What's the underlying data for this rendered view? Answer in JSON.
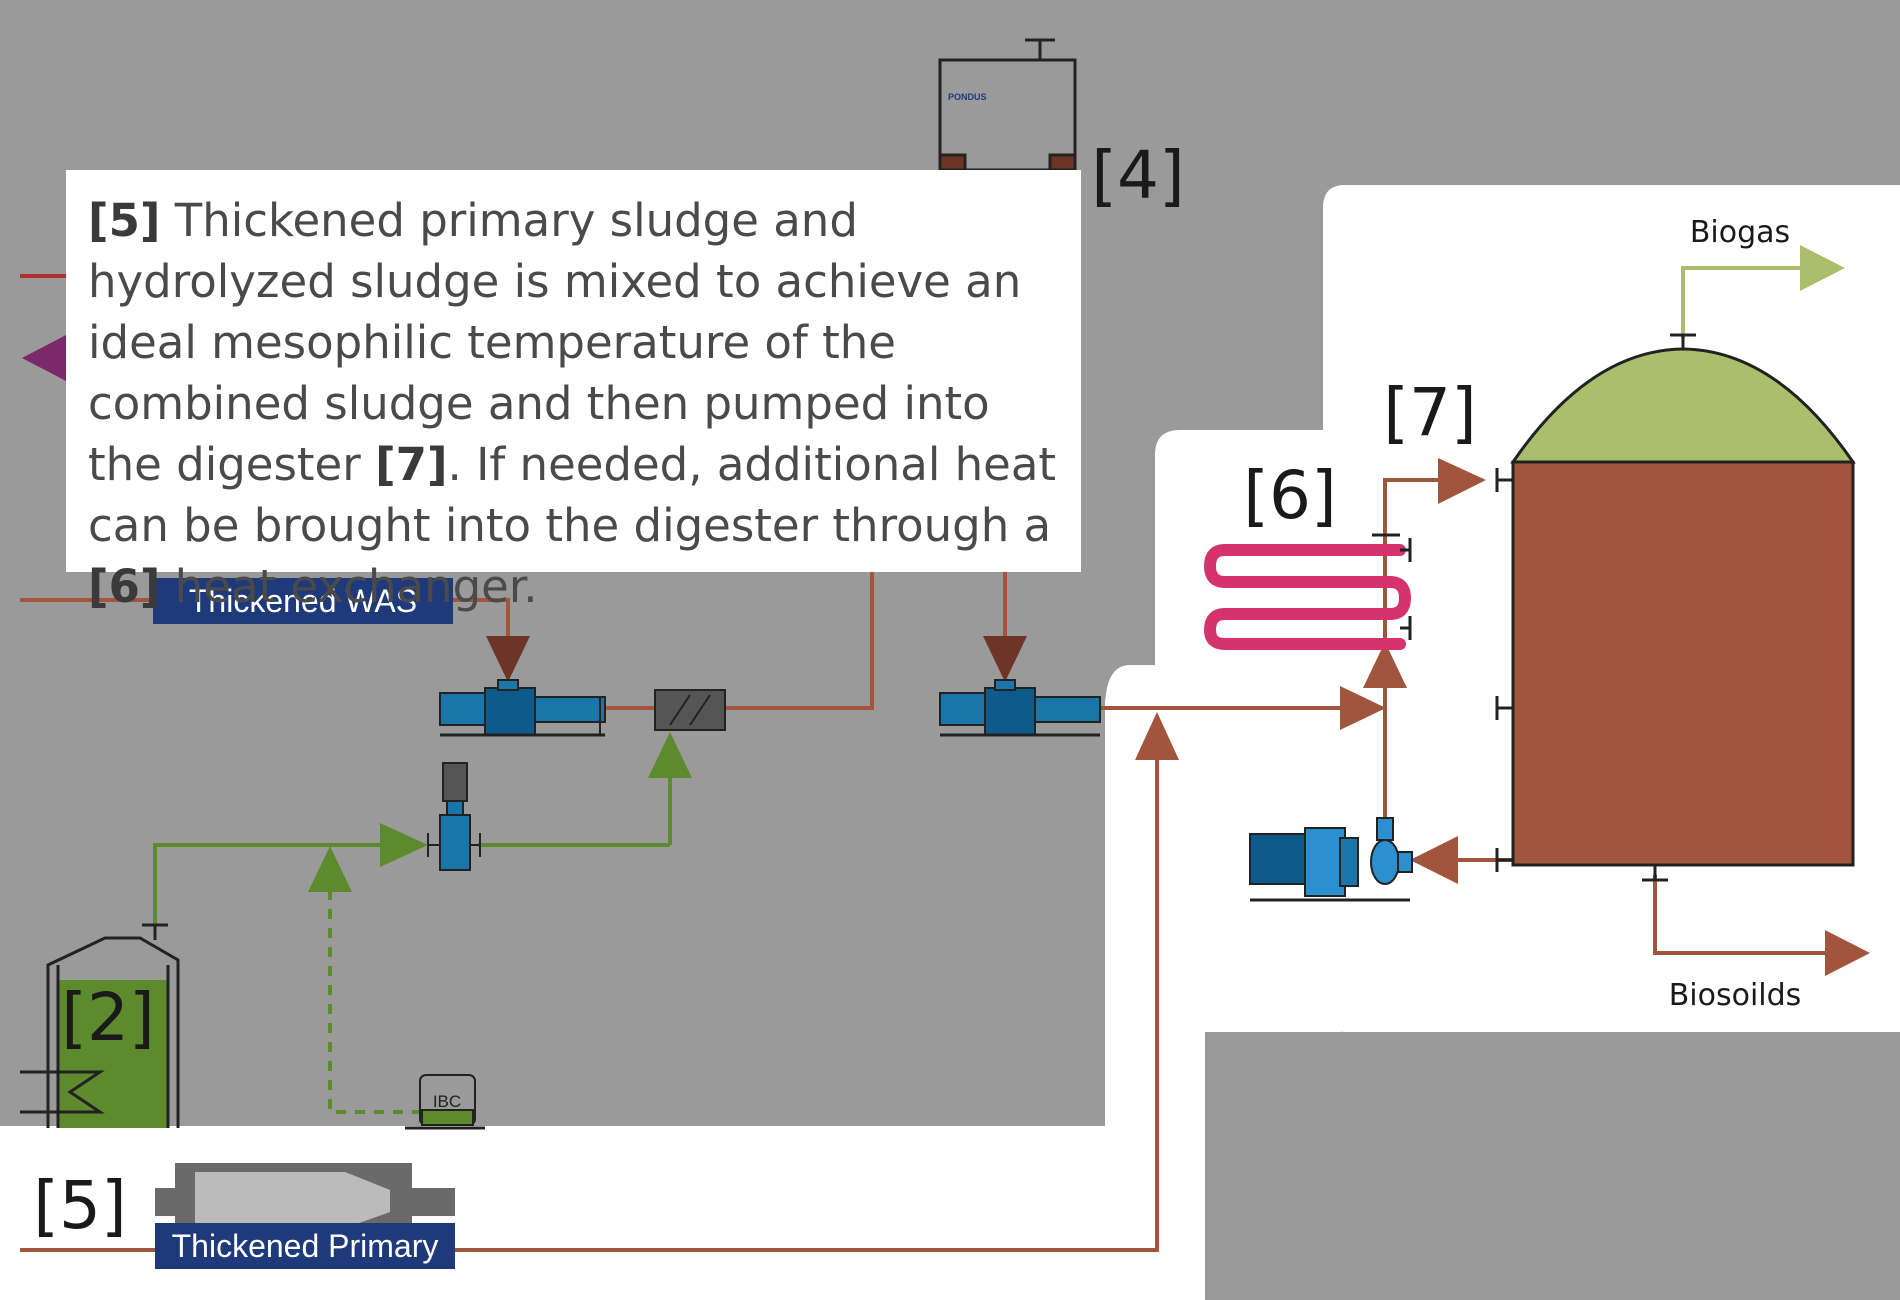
{
  "callout": {
    "ref_5": "[5]",
    "part_1": " Thickened primary sludge and hydrolyzed sludge is mixed to achieve an ideal mesophilic temperature of the combined sludge and then pumped into the digester ",
    "ref_7": "[7]",
    "part_2": ". If needed, additional heat can be brought into the digester through a ",
    "ref_6": "[6]",
    "part_3": " heat exchanger."
  },
  "tags": {
    "tag_2": "[2]",
    "tag_4": "[4]",
    "tag_5": "[5]",
    "tag_6": "[6]",
    "tag_7": "[7]"
  },
  "labels": {
    "thickened_was": "Thickened WAS",
    "thickened_primary": "Thickened Primary",
    "biogas": "Biogas",
    "biosolids": "Biosoilds",
    "ibc": "IBC",
    "tank_brand": "PONDUS"
  },
  "colors": {
    "background": "#9a9a9a",
    "sludge_pipe": "#a0553c",
    "polymer_pipe": "#5e8a2e",
    "biogas": "#a9bf6c",
    "digester_body": "#a0553c",
    "pump_blue": "#1a75a8",
    "heat_exchanger": "#d6336c",
    "label_bg": "#1f3a7a"
  }
}
